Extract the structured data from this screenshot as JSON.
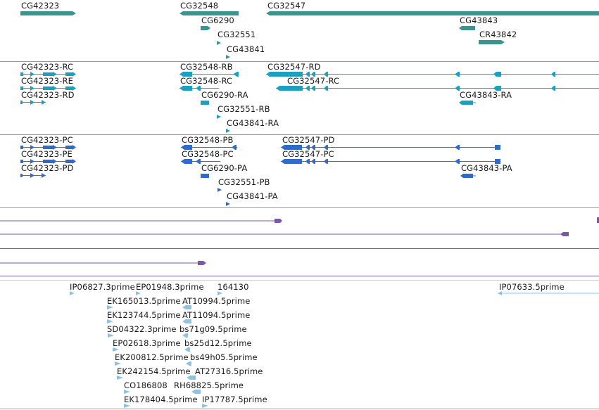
{
  "colors": {
    "gene": "#3a9490",
    "transcript_r": "#1aa1c1",
    "transcript_p": "#2f6bc9",
    "alignment": "#7a5aa6",
    "est": "#8fc2e0",
    "divider": "#9a9a9a"
  },
  "genes": {
    "cg42323": "CG42323",
    "cg32548": "CG32548",
    "cg32547": "CG32547",
    "cg6290": "CG6290",
    "cg32551": "CG32551",
    "cg43841": "CG43841",
    "cg43843": "CG43843",
    "cr43842": "CR43842"
  },
  "transcripts_r": {
    "cg42323_rc": "CG42323-RC",
    "cg42323_re": "CG42323-RE",
    "cg42323_rd": "CG42323-RD",
    "cg32548_rb": "CG32548-RB",
    "cg32548_rc": "CG32548-RC",
    "cg6290_ra": "CG6290-RA",
    "cg32551_rb": "CG32551-RB",
    "cg43841_ra": "CG43841-RA",
    "cg32547_rd": "CG32547-RD",
    "cg32547_rc": "CG32547-RC",
    "cg43843_ra": "CG43843-RA"
  },
  "transcripts_p": {
    "cg42323_pc": "CG42323-PC",
    "cg42323_pe": "CG42323-PE",
    "cg42323_pd": "CG42323-PD",
    "cg32548_pb": "CG32548-PB",
    "cg32548_pc": "CG32548-PC",
    "cg6290_pa": "CG6290-PA",
    "cg32551_pb": "CG32551-PB",
    "cg43841_pa": "CG43841-PA",
    "cg32547_pd": "CG32547-PD",
    "cg32547_pc": "CG32547-PC",
    "cg43843_pa": "CG43843-PA"
  },
  "ests": {
    "ip06827": "IP06827.3prime",
    "ep01948": "EP01948.3prime",
    "n164130": "164130",
    "ip07633": "IP07633.5prime",
    "ek165013": "EK165013.5prime",
    "at10994": "AT10994.5prime",
    "ek123744": "EK123744.5prime",
    "at11094": "AT11094.5prime",
    "sd04322": "SD04322.3prime",
    "bs71g09": "bs71g09.5prime",
    "ep02618": "EP02618.3prime",
    "bs25d12": "bs25d12.5prime",
    "ek200812": "EK200812.5prime",
    "bs49h05": "bs49h05.5prime",
    "ek242154": "EK242154.5prime",
    "at27316": "AT27316.5prime",
    "co186808": "CO186808",
    "rh68825": "RH68825.5prime",
    "ek178404": "EK178404.5prime",
    "ip17787": "IP17787.5prime"
  }
}
